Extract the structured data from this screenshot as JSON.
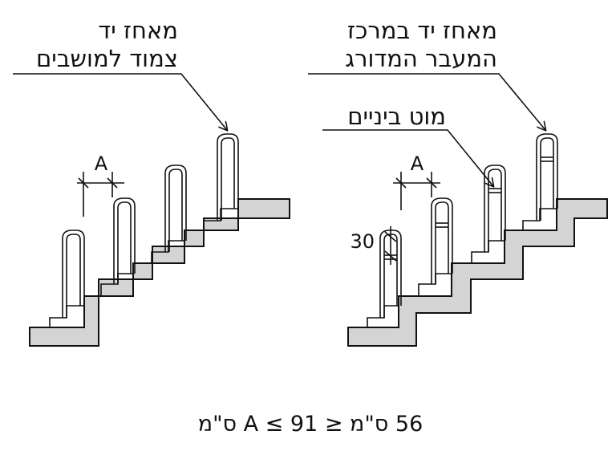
{
  "left": {
    "label_line1": "מאחז יד",
    "label_line2": "צמוד למושבים",
    "dimension_label": "A"
  },
  "right": {
    "label_line1": "מאחז יד במרכז",
    "label_line2": "המעבר המדורג",
    "mid_rail_label": "מוט ביניים",
    "dimension_label": "A",
    "height_label": "30"
  },
  "formula": "56 ס\"מ ≤ A ≤ 91 ס\"מ",
  "colors": {
    "step_fill": "#d4d4d4",
    "stroke": "#111111",
    "background": "#ffffff"
  }
}
